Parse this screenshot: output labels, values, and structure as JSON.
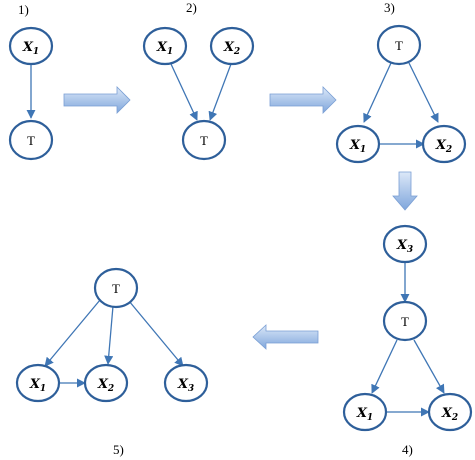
{
  "steps": {
    "s1": "1)",
    "s2": "2)",
    "s3": "3)",
    "s4": "4)",
    "s5": "5)"
  },
  "nodes": {
    "x_letter": "X",
    "t": "T",
    "sub1": "1",
    "sub2": "2",
    "sub3": "3"
  },
  "colors": {
    "node_stroke": "#2e5f9a",
    "edge": "#3f76b5",
    "block_arrow_light": "#dce8f8",
    "block_arrow_dark": "#7fa6dc"
  }
}
